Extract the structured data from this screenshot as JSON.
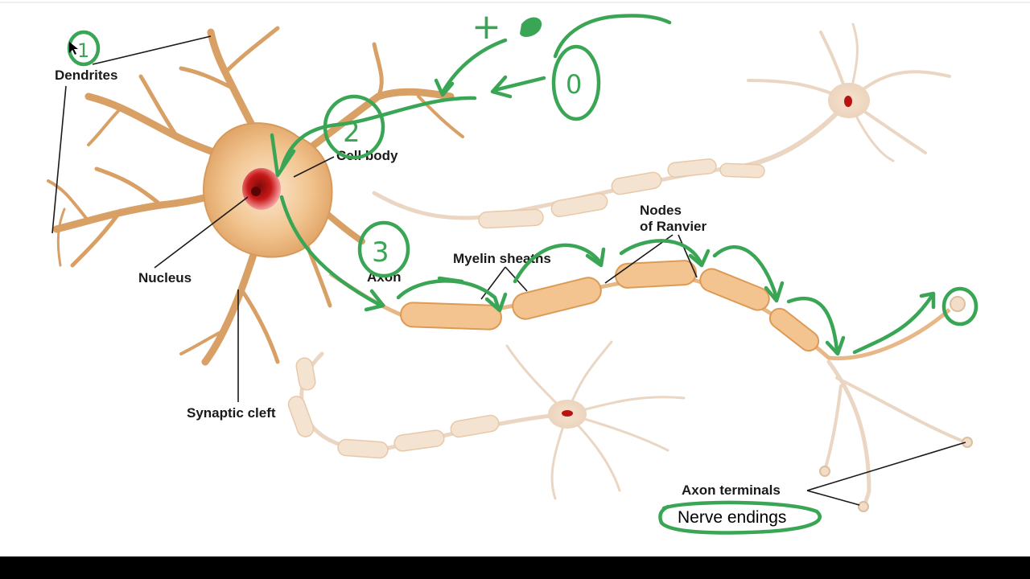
{
  "diagram": {
    "labels": {
      "dendrites": "Dendrites",
      "cell_body": "Cell body",
      "nucleus": "Nucleus",
      "synaptic_cleft": "Synaptic cleft",
      "axon": "Axon",
      "myelin_sheaths": "Myelin sheaths",
      "nodes_line1": "Nodes",
      "nodes_line2": "of Ranvier",
      "axon_terminals": "Axon terminals",
      "nerve_endings": "Nerve endings"
    },
    "annotations": {
      "plus_sign": "+",
      "step1": "1",
      "step2": "2",
      "step3": "3",
      "zero_top": "0"
    },
    "colors": {
      "annotation_green": "#3aa655",
      "myelin": "#f3c490",
      "nucleus_red": "#b81414",
      "letterbox_bar": "#000000"
    }
  }
}
